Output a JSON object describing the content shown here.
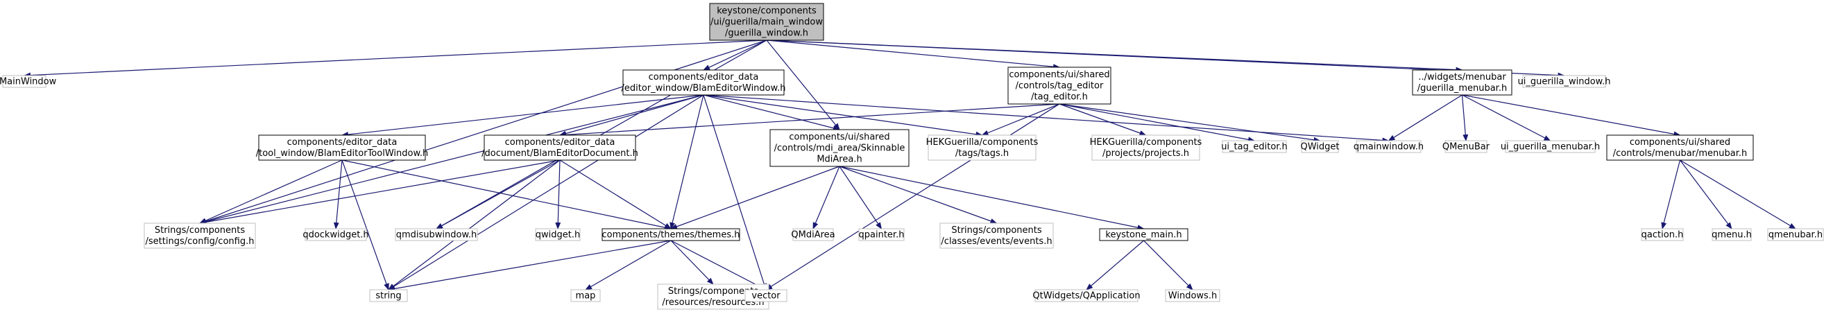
{
  "colors": {
    "edge": "#191970",
    "root_fill": "#bfbfbf",
    "documented_border": "#000000",
    "external_border": "#bfbfbf",
    "node_fill": "#ffffff"
  },
  "nodes": [
    {
      "id": "root",
      "lines": [
        "keystone/components",
        "/ui/guerilla/main_window",
        "/guerilla_window.h"
      ],
      "kind": "root"
    },
    {
      "id": "qmainwindow_cls",
      "lines": [
        "QMainWindow"
      ],
      "kind": "external"
    },
    {
      "id": "blam_editor_window",
      "lines": [
        "components/editor_data",
        "/editor_window/BlamEditorWindow.h"
      ],
      "kind": "documented"
    },
    {
      "id": "tag_editor",
      "lines": [
        "components/ui/shared",
        "/controls/tag_editor",
        "/tag_editor.h"
      ],
      "kind": "documented"
    },
    {
      "id": "guerilla_menubar",
      "lines": [
        "../widgets/menubar",
        "/guerilla_menubar.h"
      ],
      "kind": "documented"
    },
    {
      "id": "ui_guerilla_window",
      "lines": [
        "ui_guerilla_window.h"
      ],
      "kind": "external"
    },
    {
      "id": "blam_editor_tool_window",
      "lines": [
        "components/editor_data",
        "/tool_window/BlamEditorToolWindow.h"
      ],
      "kind": "documented"
    },
    {
      "id": "blam_editor_document",
      "lines": [
        "components/editor_data",
        "/document/BlamEditorDocument.h"
      ],
      "kind": "documented"
    },
    {
      "id": "skinnable_mdi_area",
      "lines": [
        "components/ui/shared",
        "/controls/mdi_area/Skinnable",
        "MdiArea.h"
      ],
      "kind": "documented"
    },
    {
      "id": "hek_tags",
      "lines": [
        "HEKGuerilla/components",
        "/tags/tags.h"
      ],
      "kind": "external"
    },
    {
      "id": "hek_projects",
      "lines": [
        "HEKGuerilla/components",
        "/projects/projects.h"
      ],
      "kind": "external"
    },
    {
      "id": "ui_tag_editor",
      "lines": [
        "ui_tag_editor.h"
      ],
      "kind": "external"
    },
    {
      "id": "qwidget_cls",
      "lines": [
        "QWidget"
      ],
      "kind": "external"
    },
    {
      "id": "qmainwindow_h",
      "lines": [
        "qmainwindow.h"
      ],
      "kind": "external"
    },
    {
      "id": "qmenubar_cls",
      "lines": [
        "QMenuBar"
      ],
      "kind": "external"
    },
    {
      "id": "ui_guerilla_menubar",
      "lines": [
        "ui_guerilla_menubar.h"
      ],
      "kind": "external"
    },
    {
      "id": "menubar_h",
      "lines": [
        "components/ui/shared",
        "/controls/menubar/menubar.h"
      ],
      "kind": "documented"
    },
    {
      "id": "config_h",
      "lines": [
        "Strings/components",
        "/settings/config/config.h"
      ],
      "kind": "external"
    },
    {
      "id": "qdockwidget",
      "lines": [
        "qdockwidget.h"
      ],
      "kind": "external"
    },
    {
      "id": "qmdisubwindow",
      "lines": [
        "qmdisubwindow.h"
      ],
      "kind": "external"
    },
    {
      "id": "qwidget_h",
      "lines": [
        "qwidget.h"
      ],
      "kind": "external"
    },
    {
      "id": "themes_h",
      "lines": [
        "components/themes/themes.h"
      ],
      "kind": "documented"
    },
    {
      "id": "qmdiarea",
      "lines": [
        "QMdiArea"
      ],
      "kind": "external"
    },
    {
      "id": "qpainter",
      "lines": [
        "qpainter.h"
      ],
      "kind": "external"
    },
    {
      "id": "events_h",
      "lines": [
        "Strings/components",
        "/classes/events/events.h"
      ],
      "kind": "external"
    },
    {
      "id": "keystone_main",
      "lines": [
        "keystone_main.h"
      ],
      "kind": "documented"
    },
    {
      "id": "qaction",
      "lines": [
        "qaction.h"
      ],
      "kind": "external"
    },
    {
      "id": "qmenu",
      "lines": [
        "qmenu.h"
      ],
      "kind": "external"
    },
    {
      "id": "qmenubar_h",
      "lines": [
        "qmenubar.h"
      ],
      "kind": "external"
    },
    {
      "id": "string",
      "lines": [
        "string"
      ],
      "kind": "external"
    },
    {
      "id": "map",
      "lines": [
        "map"
      ],
      "kind": "external"
    },
    {
      "id": "resources_h",
      "lines": [
        "Strings/components",
        "/resources/resources.h"
      ],
      "kind": "external"
    },
    {
      "id": "vector",
      "lines": [
        "vector"
      ],
      "kind": "external"
    },
    {
      "id": "qapplication",
      "lines": [
        "QtWidgets/QApplication"
      ],
      "kind": "external"
    },
    {
      "id": "windows_h",
      "lines": [
        "Windows.h"
      ],
      "kind": "external"
    }
  ],
  "edges": [
    [
      "root",
      "qmainwindow_cls"
    ],
    [
      "root",
      "blam_editor_window"
    ],
    [
      "root",
      "tag_editor"
    ],
    [
      "root",
      "guerilla_menubar"
    ],
    [
      "root",
      "ui_guerilla_window"
    ],
    [
      "root",
      "config_h"
    ],
    [
      "root",
      "qmdisubwindow"
    ],
    [
      "root",
      "skinnable_mdi_area"
    ],
    [
      "blam_editor_window",
      "blam_editor_tool_window"
    ],
    [
      "blam_editor_window",
      "blam_editor_document"
    ],
    [
      "blam_editor_window",
      "skinnable_mdi_area"
    ],
    [
      "blam_editor_window",
      "hek_tags"
    ],
    [
      "blam_editor_window",
      "qmainwindow_h"
    ],
    [
      "blam_editor_window",
      "config_h"
    ],
    [
      "blam_editor_window",
      "themes_h"
    ],
    [
      "blam_editor_window",
      "string"
    ],
    [
      "blam_editor_window",
      "vector"
    ],
    [
      "tag_editor",
      "blam_editor_document"
    ],
    [
      "tag_editor",
      "hek_tags"
    ],
    [
      "tag_editor",
      "hek_projects"
    ],
    [
      "tag_editor",
      "ui_tag_editor"
    ],
    [
      "tag_editor",
      "qwidget_cls"
    ],
    [
      "tag_editor",
      "vector"
    ],
    [
      "guerilla_menubar",
      "qmainwindow_h"
    ],
    [
      "guerilla_menubar",
      "qmenubar_cls"
    ],
    [
      "guerilla_menubar",
      "ui_guerilla_menubar"
    ],
    [
      "guerilla_menubar",
      "menubar_h"
    ],
    [
      "blam_editor_tool_window",
      "config_h"
    ],
    [
      "blam_editor_tool_window",
      "qdockwidget"
    ],
    [
      "blam_editor_tool_window",
      "themes_h"
    ],
    [
      "blam_editor_tool_window",
      "string"
    ],
    [
      "blam_editor_document",
      "config_h"
    ],
    [
      "blam_editor_document",
      "qmdisubwindow"
    ],
    [
      "blam_editor_document",
      "qwidget_h"
    ],
    [
      "blam_editor_document",
      "themes_h"
    ],
    [
      "blam_editor_document",
      "string"
    ],
    [
      "skinnable_mdi_area",
      "themes_h"
    ],
    [
      "skinnable_mdi_area",
      "qmdiarea"
    ],
    [
      "skinnable_mdi_area",
      "qpainter"
    ],
    [
      "skinnable_mdi_area",
      "events_h"
    ],
    [
      "skinnable_mdi_area",
      "keystone_main"
    ],
    [
      "themes_h",
      "string"
    ],
    [
      "themes_h",
      "map"
    ],
    [
      "themes_h",
      "resources_h"
    ],
    [
      "themes_h",
      "vector"
    ],
    [
      "keystone_main",
      "qapplication"
    ],
    [
      "keystone_main",
      "windows_h"
    ],
    [
      "menubar_h",
      "qaction"
    ],
    [
      "menubar_h",
      "qmenu"
    ],
    [
      "menubar_h",
      "qmenubar_h"
    ]
  ]
}
